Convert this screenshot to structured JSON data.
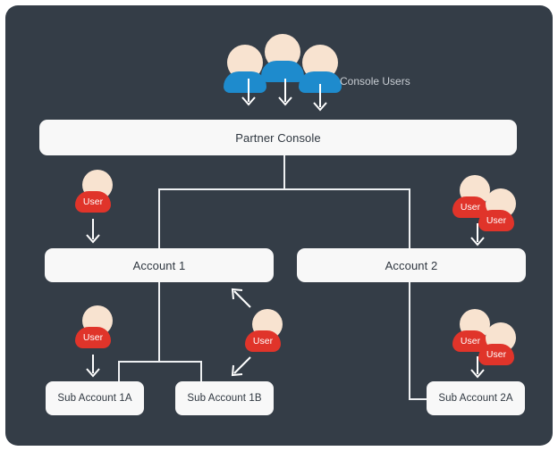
{
  "diagram": {
    "background_color": "#343d47",
    "node_color": "#f8f8f8",
    "line_color": "#eef0f2",
    "user_badge_color": "#e0342a",
    "console_user_color": "#1e8bcd",
    "caption": "Console Users",
    "nodes": {
      "partner_console": "Partner Console",
      "account_1": "Account 1",
      "account_2": "Account 2",
      "sub_account_1a": "Sub Account 1A",
      "sub_account_1b": "Sub Account 1B",
      "sub_account_2a": "Sub Account 2A"
    },
    "user_labels": {
      "account_1_user": "User",
      "account_2_user_back": "User",
      "account_2_user_front": "User",
      "sub_1a_user": "User",
      "sub_1b_user": "User",
      "sub_2a_user_back": "User",
      "sub_2a_user_front": "User"
    }
  }
}
